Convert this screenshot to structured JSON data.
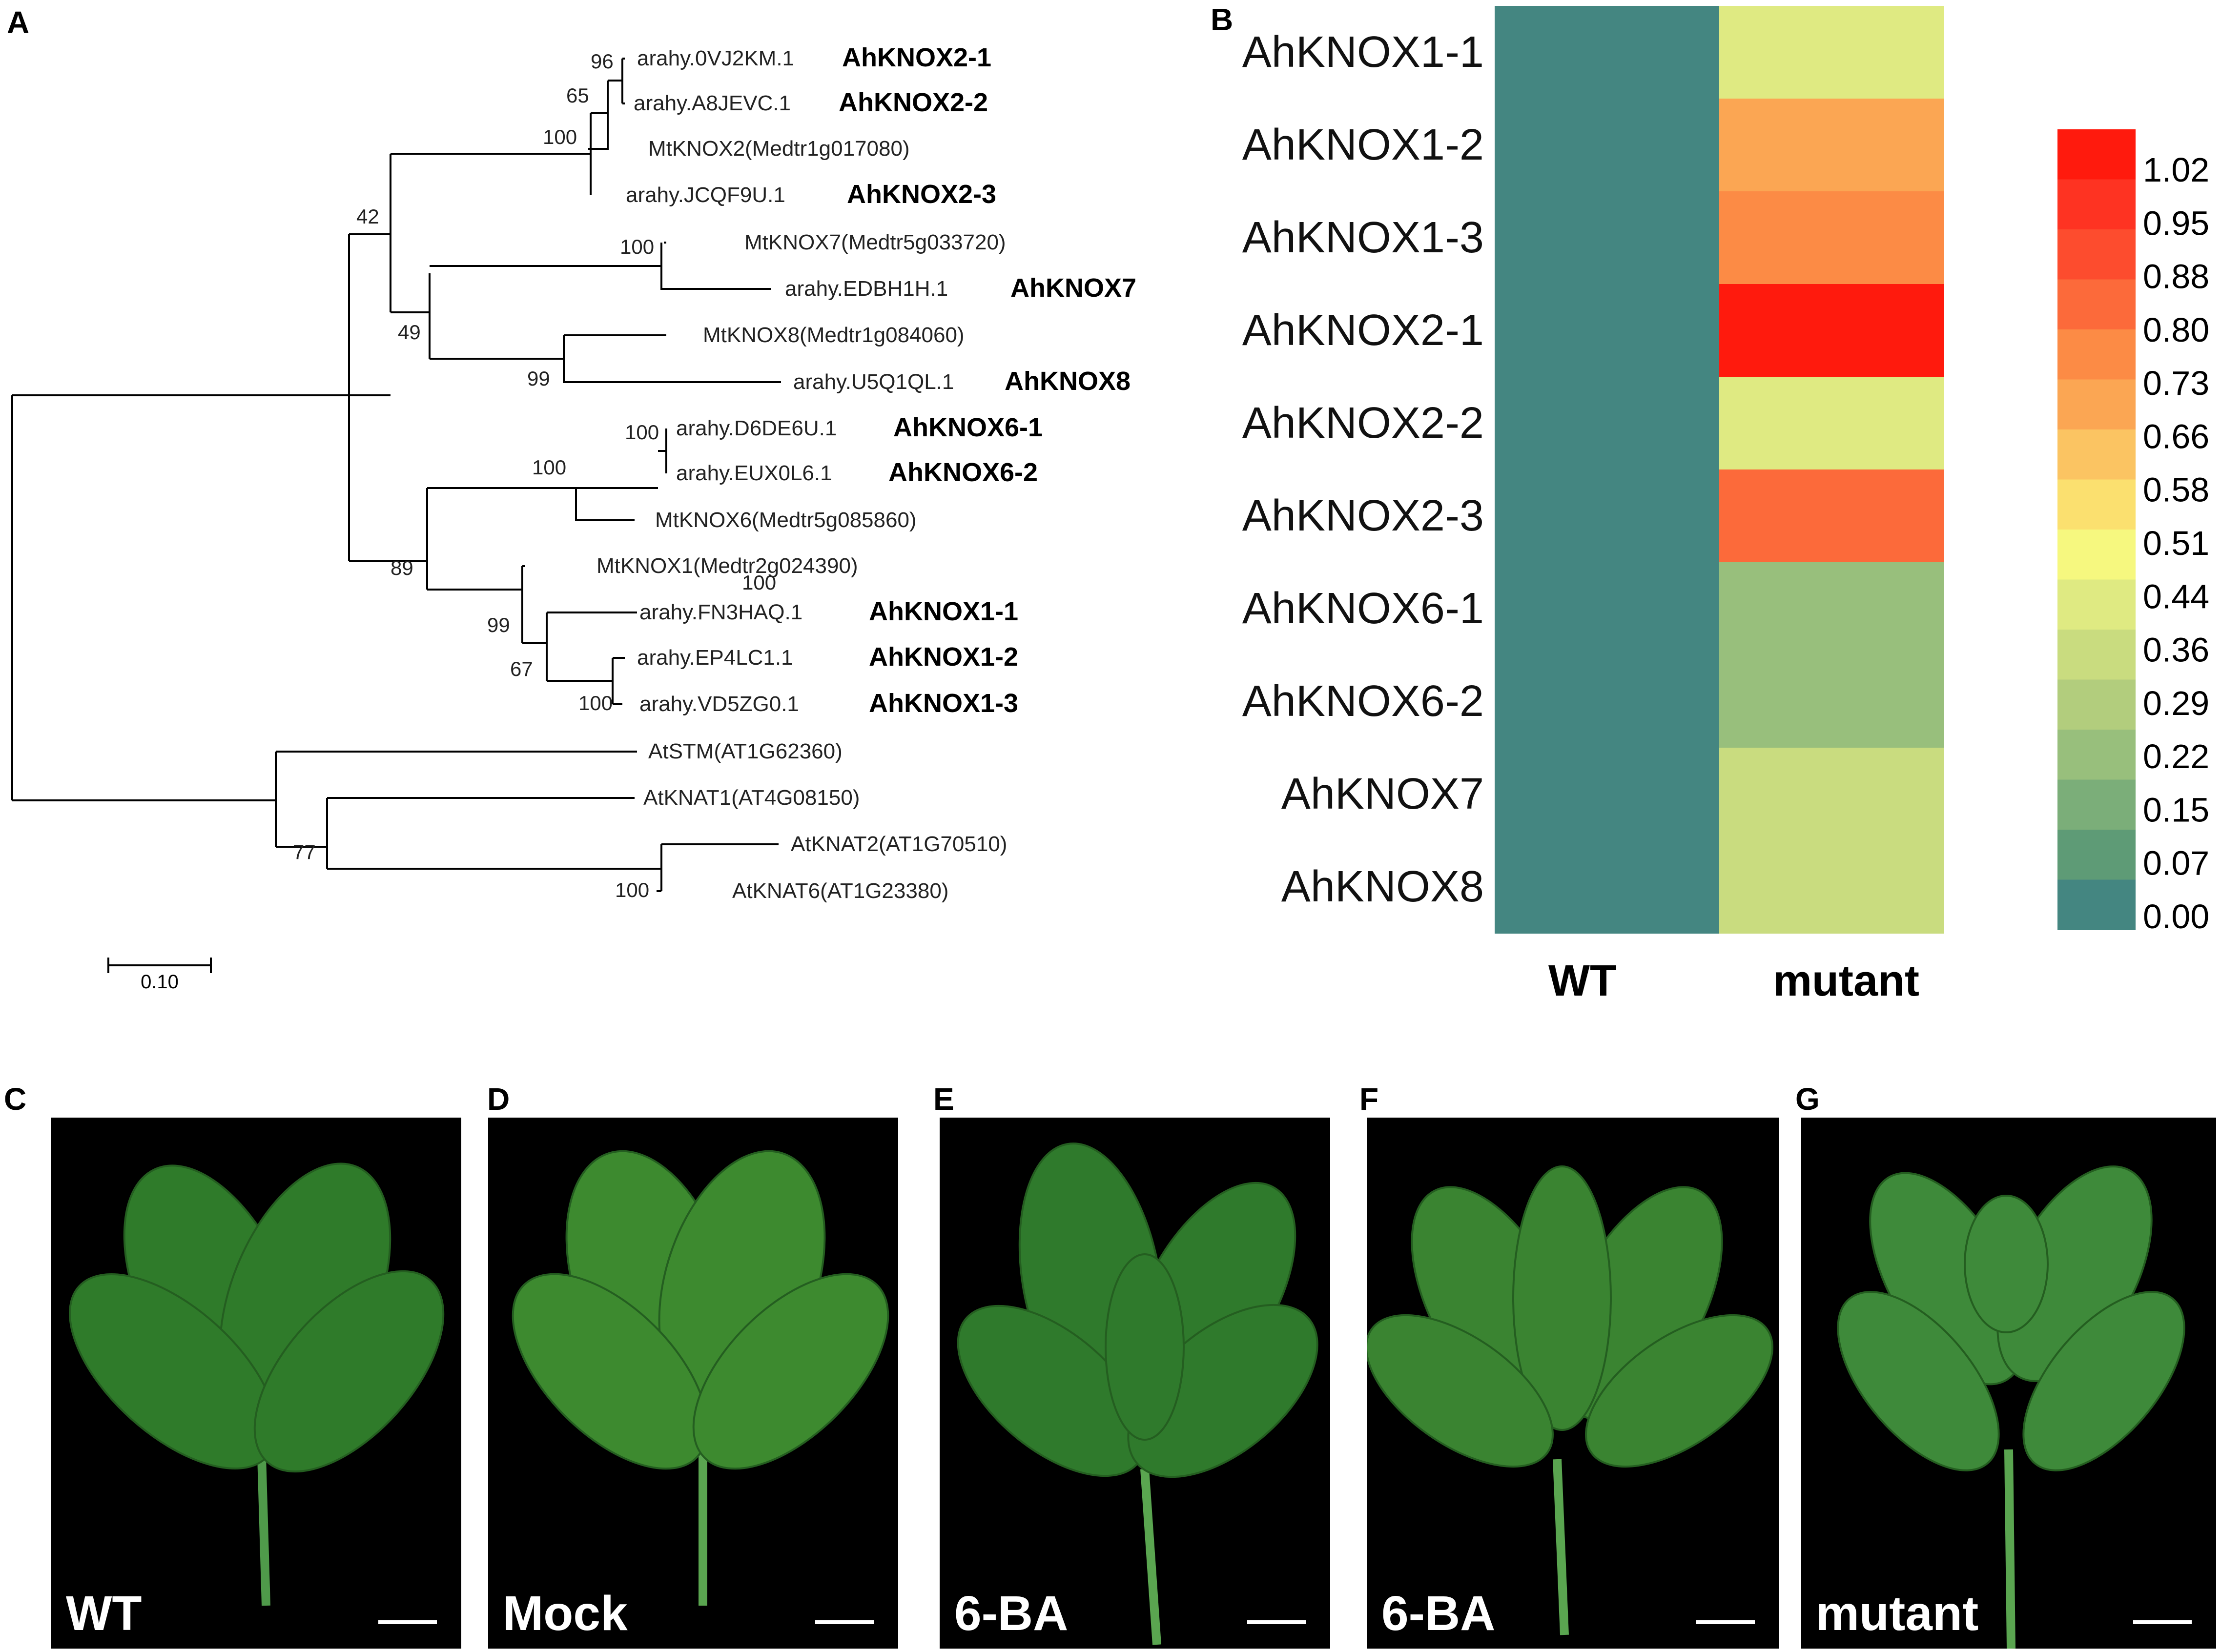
{
  "panels": {
    "A": "A",
    "B": "B",
    "C": "C",
    "D": "D",
    "E": "E",
    "F": "F",
    "G": "G"
  },
  "tree": {
    "leaves": [
      {
        "id": "L1",
        "label": "arahy.0VJ2KM.1",
        "bold_label": "AhKNOX2-1"
      },
      {
        "id": "L2",
        "label": "arahy.A8JEVC.1",
        "bold_label": "AhKNOX2-2"
      },
      {
        "id": "L3",
        "label": "MtKNOX2(Medtr1g017080)",
        "bold_label": ""
      },
      {
        "id": "L4",
        "label": "arahy.JCQF9U.1",
        "bold_label": "AhKNOX2-3"
      },
      {
        "id": "L5",
        "label": "MtKNOX7(Medtr5g033720)",
        "bold_label": ""
      },
      {
        "id": "L6",
        "label": "arahy.EDBH1H.1",
        "bold_label": "AhKNOX7"
      },
      {
        "id": "L7",
        "label": "MtKNOX8(Medtr1g084060)",
        "bold_label": ""
      },
      {
        "id": "L8",
        "label": "arahy.U5Q1QL.1",
        "bold_label": "AhKNOX8"
      },
      {
        "id": "L9",
        "label": "arahy.D6DE6U.1",
        "bold_label": "AhKNOX6-1"
      },
      {
        "id": "L10",
        "label": "arahy.EUX0L6.1",
        "bold_label": "AhKNOX6-2"
      },
      {
        "id": "L11",
        "label": "MtKNOX6(Medtr5g085860)",
        "bold_label": ""
      },
      {
        "id": "L12",
        "label": "MtKNOX1(Medtr2g024390)",
        "bold_label": ""
      },
      {
        "id": "L13",
        "label": "arahy.FN3HAQ.1",
        "bold_label": "AhKNOX1-1"
      },
      {
        "id": "L14",
        "label": "arahy.EP4LC1.1",
        "bold_label": "AhKNOX1-2"
      },
      {
        "id": "L15",
        "label": "arahy.VD5ZG0.1",
        "bold_label": "AhKNOX1-3"
      },
      {
        "id": "L16",
        "label": "AtSTM(AT1G62360)",
        "bold_label": ""
      },
      {
        "id": "L17",
        "label": "AtKNAT1(AT4G08150)",
        "bold_label": ""
      },
      {
        "id": "L18",
        "label": "AtKNAT2(AT1G70510)",
        "bold_label": ""
      },
      {
        "id": "L19",
        "label": "AtKNAT6(AT1G23380)",
        "bold_label": ""
      }
    ],
    "bootstrap": [
      "96",
      "65",
      "100",
      "42",
      "100",
      "49",
      "99",
      "100",
      "100",
      "100",
      "89",
      "99",
      "67",
      "100",
      "77",
      "100"
    ],
    "scale_label": "0.10",
    "line_color": "#000000"
  },
  "chart_data": {
    "type": "heatmap",
    "rows": [
      "AhKNOX1-1",
      "AhKNOX1-2",
      "AhKNOX1-3",
      "AhKNOX2-1",
      "AhKNOX2-2",
      "AhKNOX2-3",
      "AhKNOX6-1",
      "AhKNOX6-2",
      "AhKNOX7",
      "AhKNOX8"
    ],
    "columns": [
      "WT",
      "mutant"
    ],
    "values": [
      [
        0.0,
        0.4
      ],
      [
        0.0,
        0.66
      ],
      [
        0.0,
        0.73
      ],
      [
        0.0,
        1.02
      ],
      [
        0.0,
        0.44
      ],
      [
        0.0,
        0.8
      ],
      [
        0.0,
        0.18
      ],
      [
        0.0,
        0.18
      ],
      [
        0.0,
        0.33
      ],
      [
        0.0,
        0.33
      ]
    ],
    "legend_ticks": [
      "1.02",
      "0.95",
      "0.88",
      "0.80",
      "0.73",
      "0.66",
      "0.58",
      "0.51",
      "0.44",
      "0.36",
      "0.29",
      "0.22",
      "0.15",
      "0.07",
      "0.00"
    ],
    "legend_colors": [
      "#ff1a0d",
      "#fe3322",
      "#fd4c2e",
      "#fc6a3a",
      "#fc8b45",
      "#fba653",
      "#fbc462",
      "#fbe06f",
      "#f6f87f",
      "#dfea82",
      "#c9dc7f",
      "#b2cd7d",
      "#98bf7c",
      "#7bae79",
      "#5e9b76",
      "#448681"
    ],
    "range": [
      0.0,
      1.02
    ],
    "legend_position": "right"
  },
  "photos": [
    {
      "caption": "WT",
      "tone": "#2f7b2a"
    },
    {
      "caption": "Mock",
      "tone": "#3d8a2f"
    },
    {
      "caption": "6-BA",
      "tone": "#2f7a2c"
    },
    {
      "caption": "6-BA",
      "tone": "#3a8431"
    },
    {
      "caption": "mutant",
      "tone": "#3e8a3a"
    }
  ]
}
